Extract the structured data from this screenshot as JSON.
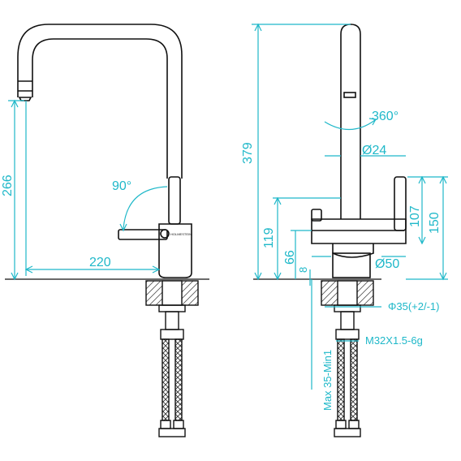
{
  "colors": {
    "line": "#111111",
    "dimension": "#1fb8c9",
    "hatch": "#444444"
  },
  "left_view": {
    "height_label": "266",
    "reach_label": "220",
    "angle_label": "90°",
    "logo_text": "HOLMESTEIN"
  },
  "right_view": {
    "total_height_label": "379",
    "rotation_label": "360°",
    "spout_diameter_label": "Ø24",
    "handle_height_label": "119",
    "body_height_label": "66",
    "gap_label": "8",
    "body_diameter_label": "Ø50",
    "side_handle_label": "107",
    "side_total_label": "150",
    "hole_diameter_label": "Φ35(+2/-1)",
    "thread_label": "M32X1.5-6g",
    "deck_thickness_label": "Max 35-Min1"
  }
}
